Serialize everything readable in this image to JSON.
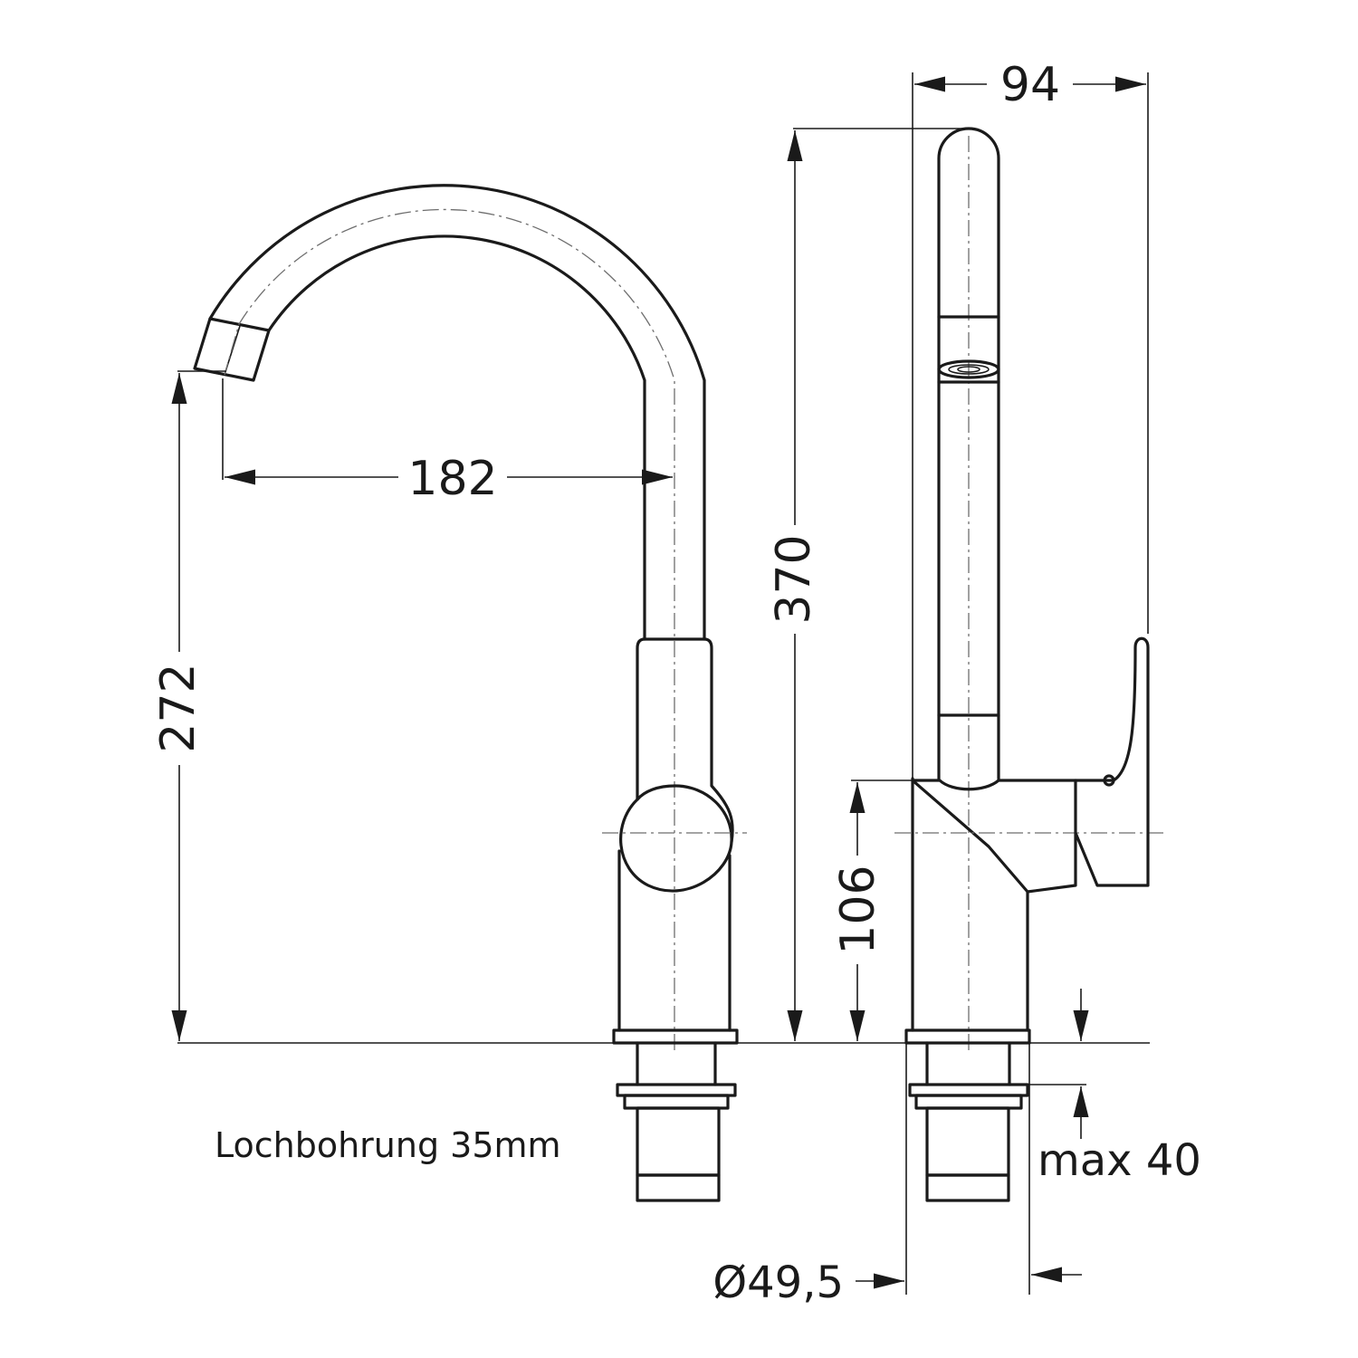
{
  "drawing": {
    "dimensions": {
      "spout_reach": "182",
      "spout_height": "272",
      "total_height": "370",
      "depth": "94",
      "lever_height": "106",
      "max_thickness": "max 40",
      "base_diameter": "Ø49,5"
    },
    "note": "Lochbohrung 35mm",
    "line_color": "#1a1a1a"
  }
}
